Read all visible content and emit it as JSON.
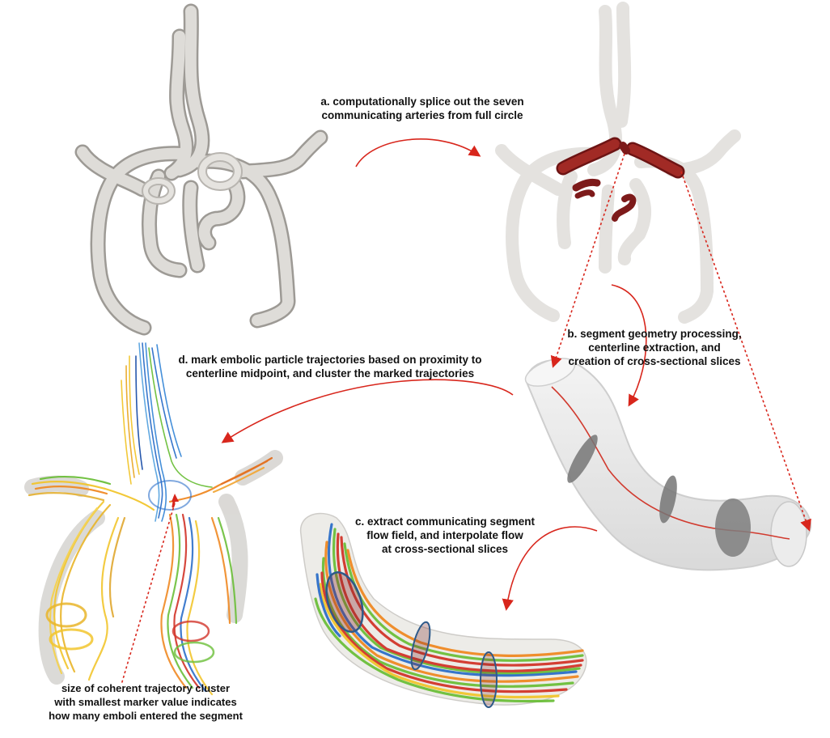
{
  "captions": {
    "a": [
      "a. computationally splice out the seven",
      "communicating arteries from full circle"
    ],
    "b": [
      "b. segment geometry processing,",
      "centerline extraction, and",
      "creation of cross-sectional slices"
    ],
    "c": [
      "c. extract communicating segment",
      "flow field, and interpolate flow",
      "at cross-sectional slices"
    ],
    "d": [
      "d. mark embolic particle trajectories based on proximity to",
      "centerline midpoint, and cluster the marked trajectories"
    ],
    "e": [
      "size of coherent trajectory cluster",
      "with smallest marker value indicates",
      "how many emboli entered the segment"
    ]
  },
  "colors": {
    "vessel": "#dcdad6",
    "vessel_shadow": "#a9a6a1",
    "segment": "#8e1f1f",
    "arrow": "#d8261c",
    "centerline": "#d13a2e",
    "slice": "#6f6f6f",
    "stream_red": "#d2352a",
    "stream_orange": "#f08a24",
    "stream_yellow": "#f2c62e",
    "stream_green": "#6cbf3a",
    "stream_blue": "#2d6fc9"
  },
  "icons": [
    "circle-of-willis-model",
    "extracted-segments-model",
    "segment-tube-with-slices",
    "flow-streamlines-tube",
    "trajectory-cluster-model"
  ]
}
